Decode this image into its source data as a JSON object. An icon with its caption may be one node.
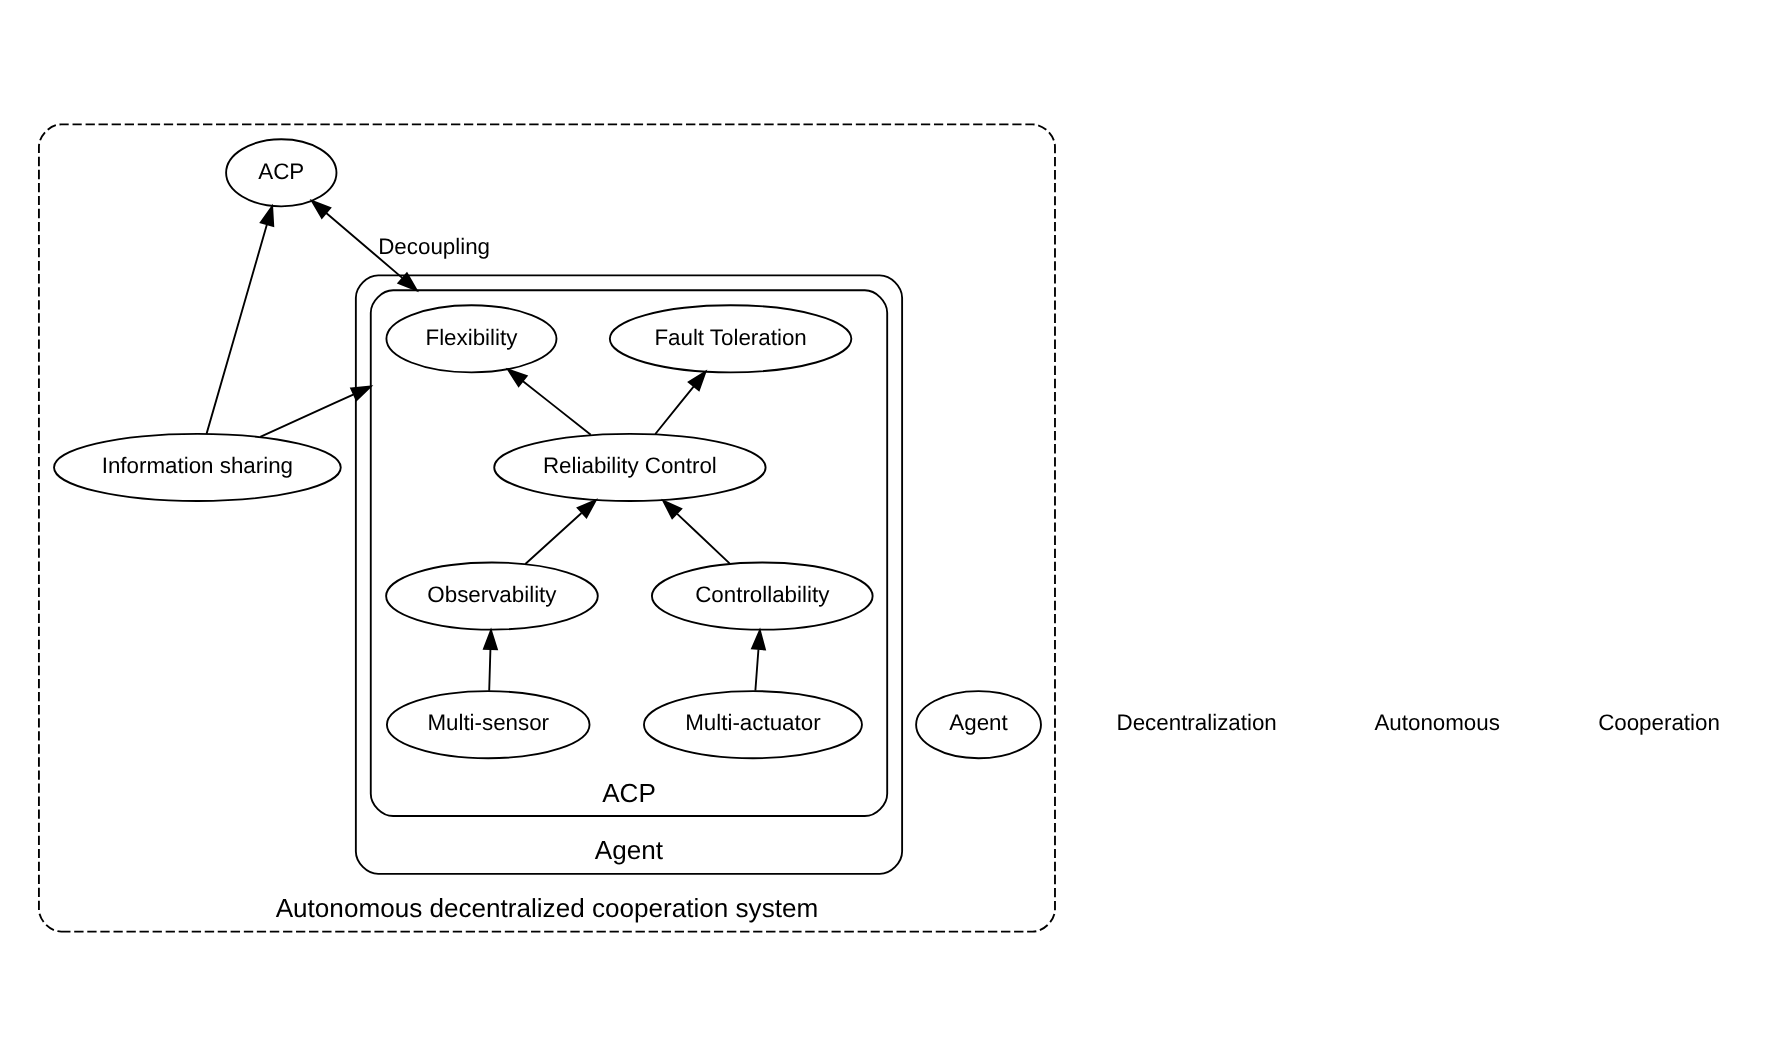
{
  "diagram": {
    "nodes": [
      {
        "text": [
          "Autonomous decentralized cooperation system"
        ]
      },
      {
        "text": [
          "Agent"
        ],
        "in": 0
      },
      {
        "text": [
          "Agent"
        ],
        "in": 0
      },
      {
        "text": [
          "ACP"
        ],
        "in": 2
      },
      {
        "text": [
          "Flexibility"
        ],
        "in": 3
      },
      {
        "text": [
          "Fault Toleration"
        ],
        "in": 3
      },
      {
        "text": [
          "Reliability Control"
        ],
        "in": 3
      },
      {
        "text": [
          "Controllability"
        ],
        "in": 3
      },
      {
        "text": [
          "Observability"
        ],
        "in": 3
      },
      {
        "text": [
          "Multi-actuator"
        ],
        "in": 3
      },
      {
        "text": [
          "Multi-sensor"
        ],
        "in": 3
      },
      {
        "text": [
          "ACP"
        ],
        "in": 0
      },
      {
        "text": [
          "Information sharing"
        ],
        "in": 0
      }
    ],
    "edges": [
      {
        "from": 9,
        "to": 7,
        "arrow": "to"
      },
      {
        "from": 10,
        "to": 8,
        "arrow": "to"
      },
      {
        "from": 7,
        "to": 6,
        "arrow": "to"
      },
      {
        "from": 8,
        "to": 6,
        "arrow": "to"
      },
      {
        "from": 6,
        "to": 4,
        "arrow": "to"
      },
      {
        "from": 6,
        "to": 5,
        "arrow": "to"
      },
      {
        "from": 3,
        "to": 11,
        "arrow": "both",
        "label": "Decoupling"
      },
      {
        "from": 12,
        "to": 3,
        "arrow": "to"
      },
      {
        "from": 12,
        "to": 11,
        "arrow": "to"
      }
    ],
    "labels": [
      "Decentralization",
      "Autonomous",
      "Cooperation"
    ]
  }
}
